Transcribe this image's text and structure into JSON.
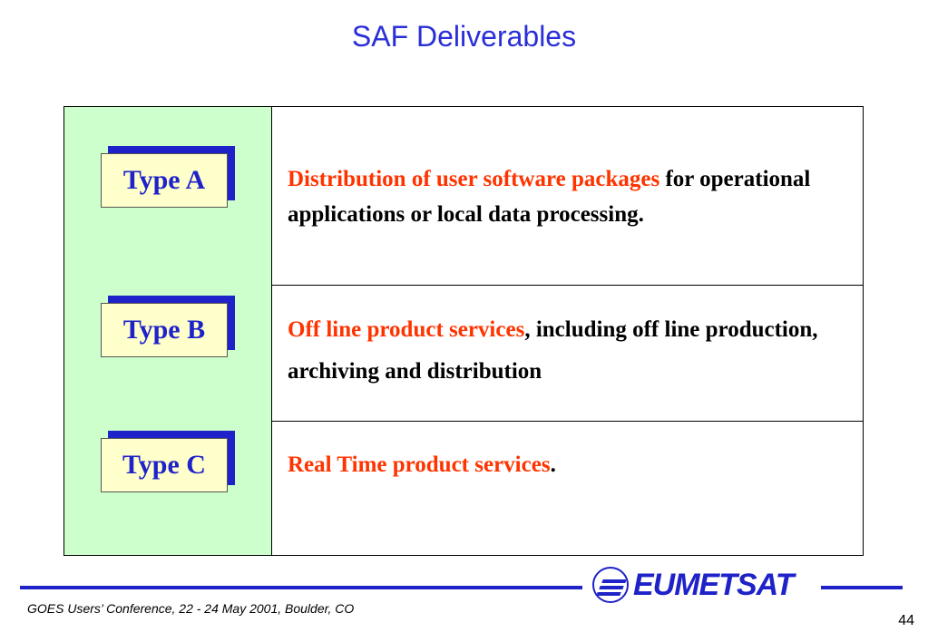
{
  "slide": {
    "title": "SAF Deliverables",
    "footer": "GOES Users’ Conference, 22 - 24 May 2001, Boulder, CO",
    "page_number": "44",
    "logo_text": "EUMETSAT"
  },
  "rows": [
    {
      "type_label": "Type A",
      "highlight": "Distribution of user software packages",
      "rest": " for operational applications or local  data processing."
    },
    {
      "type_label": "Type B",
      "highlight": "Off line product services",
      "rest": ", including off line production, archiving and distribution"
    },
    {
      "type_label": "Type C",
      "highlight": "Real Time product services",
      "rest": "."
    }
  ],
  "colors": {
    "title_blue": "#2a2ed8",
    "accent_blue": "#1e22c8",
    "highlight_red": "#ff3300",
    "left_column_green": "#ccffcc",
    "type_box_fill": "#ffffcc"
  }
}
